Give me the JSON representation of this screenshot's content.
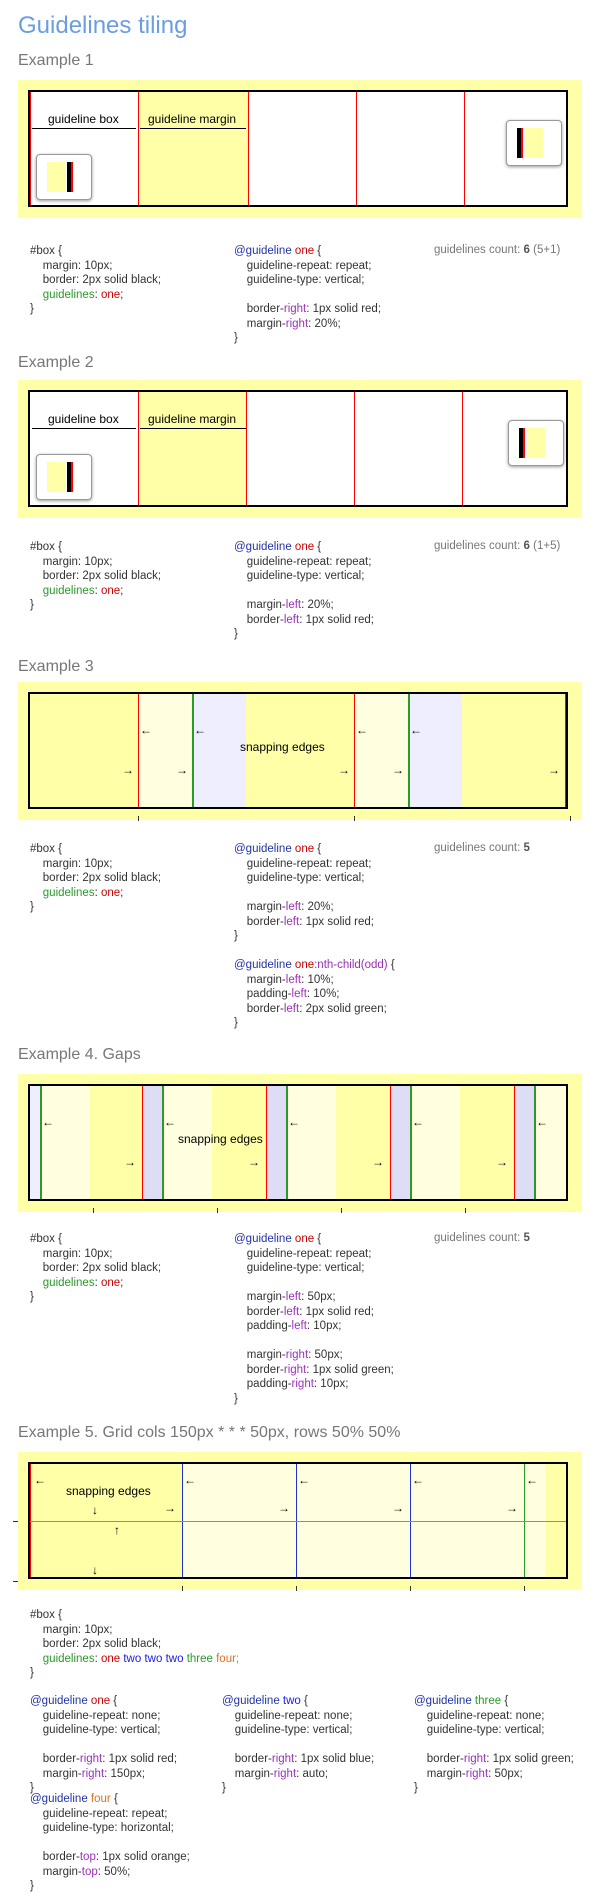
{
  "page": {
    "title": "Guidelines tiling"
  },
  "ex1": {
    "title": "Example 1",
    "label_box": "guideline box",
    "label_margin": "guideline margin",
    "box_code": "#box {\n    margin: 10px;\n    border: 2px solid black;\n",
    "box_guides_prop": "guidelines",
    "box_guides_val": "one",
    "guide_name": "one",
    "g_line1": "guideline-repeat: repeat;",
    "g_line2": "guideline-type: vertical;",
    "g_line3a": "border-",
    "g_line3b": "right",
    "g_line3c": ": 1px solid red;",
    "g_line4a": "margin-",
    "g_line4b": "right",
    "g_line4c": ": 20%;",
    "count_label": "guidelines count:",
    "count_value": "6",
    "count_extra": "(5+1)"
  },
  "ex2": {
    "title": "Example 2",
    "label_box": "guideline box",
    "label_margin": "guideline margin",
    "g_line3b": "left",
    "g_line3c": ": 20%;",
    "g_line4b": "left",
    "g_line4c": ": 1px solid red;",
    "count_value": "6",
    "count_extra": "(1+5)"
  },
  "ex3": {
    "title": "Example 3",
    "label": "snapping edges",
    "count_value": "5",
    "child_selector": "one:nth-child(odd)",
    "c_line1b": "left",
    "c_line1c": ": 10%;",
    "c_line2a": "padding-",
    "c_line2b": "left",
    "c_line2c": ": 10%;",
    "c_line3c": ": 2px solid green;"
  },
  "ex4": {
    "title": "Example 4. Gaps",
    "label": "snapping edges",
    "count_value": "5",
    "l1c": ": 50px;",
    "l2c": ": 1px solid red;",
    "l3c": ": 10px;",
    "l4c": ": 50px;",
    "l5c": ": 1px solid green;",
    "l6c": ": 10px;"
  },
  "ex5": {
    "title": "Example 5. Grid cols 150px * * * 50px, rows 50% 50%",
    "label": "snapping edges",
    "guides_list": [
      "one",
      "two",
      "two",
      "two",
      "three",
      "four;"
    ],
    "g1": {
      "name": "one",
      "repeat": "guideline-repeat: none;",
      "type": "guideline-type: vertical;",
      "border": ": 1px solid red;",
      "margin": ": 150px;"
    },
    "g2": {
      "name": "two",
      "repeat": "guideline-repeat: none;",
      "type": "guideline-type: vertical;",
      "border": ": 1px solid blue;",
      "margin": ": auto;"
    },
    "g3": {
      "name": "three",
      "repeat": "guideline-repeat: none;",
      "type": "guideline-type: vertical;",
      "border": ": 1px solid green;",
      "margin": ": 50px;"
    },
    "g4": {
      "name": "four",
      "repeat": "guideline-repeat: repeat;",
      "type": "guideline-type: horizontal;",
      "border_a": "border-",
      "border_b": "top",
      "border": ": 1px solid orange;",
      "margin_a": "margin-",
      "margin_b": "top",
      "margin": ": 50%;"
    }
  },
  "common": {
    "at": "@guideline",
    "brace_open": " {",
    "brace_close": "}",
    "right": "right",
    "left": "left",
    "border_pre": "border-",
    "margin_pre": "margin-",
    "padding_pre": "padding-"
  }
}
